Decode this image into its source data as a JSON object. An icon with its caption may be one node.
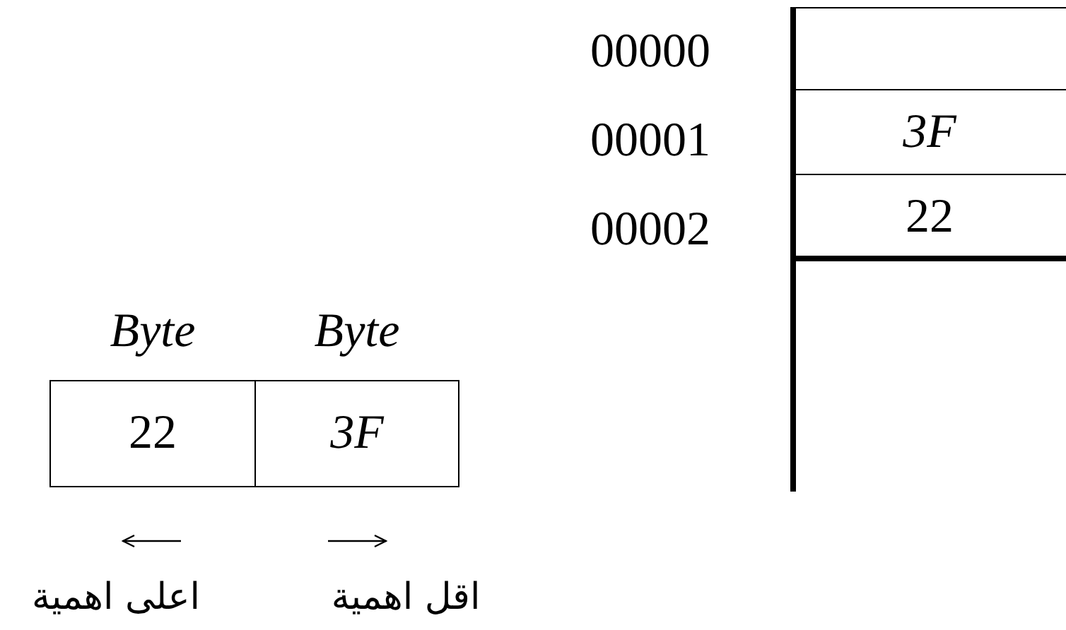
{
  "diagram": {
    "nodes": [
      {
        "text": [],
        "shape": "box"
      },
      {
        "text": [
          "*3F*"
        ]
      },
      {
        "text": [
          "22"
        ]
      },
      {
        "text": [
          "22"
        ],
        "beside": [
          "*Byte*"
        ]
      },
      {
        "text": [
          "*3F*"
        ],
        "beside": [
          "*Byte*"
        ]
      }
    ],
    "labels": [
      "00000",
      "00001",
      "00002",
      "اعلى اهمية",
      "اقل اهمية"
    ]
  }
}
